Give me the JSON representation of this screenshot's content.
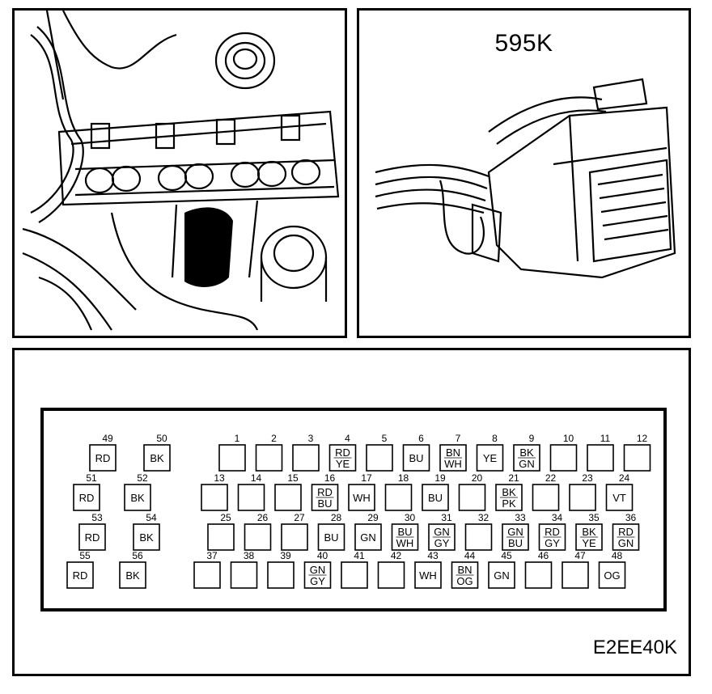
{
  "connector_code": "595K",
  "diagram_ref": "E2EE40K",
  "pins": [
    {
      "n": "1",
      "c": []
    },
    {
      "n": "2",
      "c": []
    },
    {
      "n": "3",
      "c": []
    },
    {
      "n": "4",
      "c": [
        "RD",
        "YE"
      ]
    },
    {
      "n": "5",
      "c": []
    },
    {
      "n": "6",
      "c": [
        "BU"
      ]
    },
    {
      "n": "7",
      "c": [
        "BN",
        "WH"
      ]
    },
    {
      "n": "8",
      "c": [
        "YE"
      ]
    },
    {
      "n": "9",
      "c": [
        "BK",
        "GN"
      ]
    },
    {
      "n": "10",
      "c": []
    },
    {
      "n": "11",
      "c": []
    },
    {
      "n": "12",
      "c": []
    },
    {
      "n": "13",
      "c": []
    },
    {
      "n": "14",
      "c": []
    },
    {
      "n": "15",
      "c": []
    },
    {
      "n": "16",
      "c": [
        "RD",
        "BU"
      ]
    },
    {
      "n": "17",
      "c": [
        "WH"
      ]
    },
    {
      "n": "18",
      "c": []
    },
    {
      "n": "19",
      "c": [
        "BU"
      ]
    },
    {
      "n": "20",
      "c": []
    },
    {
      "n": "21",
      "c": [
        "BK",
        "PK"
      ]
    },
    {
      "n": "22",
      "c": []
    },
    {
      "n": "23",
      "c": []
    },
    {
      "n": "24",
      "c": [
        "VT"
      ]
    },
    {
      "n": "25",
      "c": []
    },
    {
      "n": "26",
      "c": []
    },
    {
      "n": "27",
      "c": []
    },
    {
      "n": "28",
      "c": [
        "BU"
      ]
    },
    {
      "n": "29",
      "c": [
        "GN"
      ]
    },
    {
      "n": "30",
      "c": [
        "BU",
        "WH"
      ]
    },
    {
      "n": "31",
      "c": [
        "GN",
        "GY"
      ]
    },
    {
      "n": "32",
      "c": []
    },
    {
      "n": "33",
      "c": [
        "GN",
        "BU"
      ]
    },
    {
      "n": "34",
      "c": [
        "RD",
        "GY"
      ]
    },
    {
      "n": "35",
      "c": [
        "BK",
        "YE"
      ]
    },
    {
      "n": "36",
      "c": [
        "RD",
        "GN"
      ]
    },
    {
      "n": "37",
      "c": []
    },
    {
      "n": "38",
      "c": []
    },
    {
      "n": "39",
      "c": []
    },
    {
      "n": "40",
      "c": [
        "GN",
        "GY"
      ]
    },
    {
      "n": "41",
      "c": []
    },
    {
      "n": "42",
      "c": []
    },
    {
      "n": "43",
      "c": [
        "WH"
      ]
    },
    {
      "n": "44",
      "c": [
        "BN",
        "OG"
      ]
    },
    {
      "n": "45",
      "c": [
        "GN"
      ]
    },
    {
      "n": "46",
      "c": []
    },
    {
      "n": "47",
      "c": []
    },
    {
      "n": "48",
      "c": [
        "OG"
      ]
    },
    {
      "n": "49",
      "c": [
        "RD"
      ]
    },
    {
      "n": "50",
      "c": [
        "BK"
      ]
    },
    {
      "n": "51",
      "c": [
        "RD"
      ]
    },
    {
      "n": "52",
      "c": [
        "BK"
      ]
    },
    {
      "n": "53",
      "c": [
        "RD"
      ]
    },
    {
      "n": "54",
      "c": [
        "BK"
      ]
    },
    {
      "n": "55",
      "c": [
        "RD"
      ]
    },
    {
      "n": "56",
      "c": [
        "BK"
      ]
    }
  ]
}
